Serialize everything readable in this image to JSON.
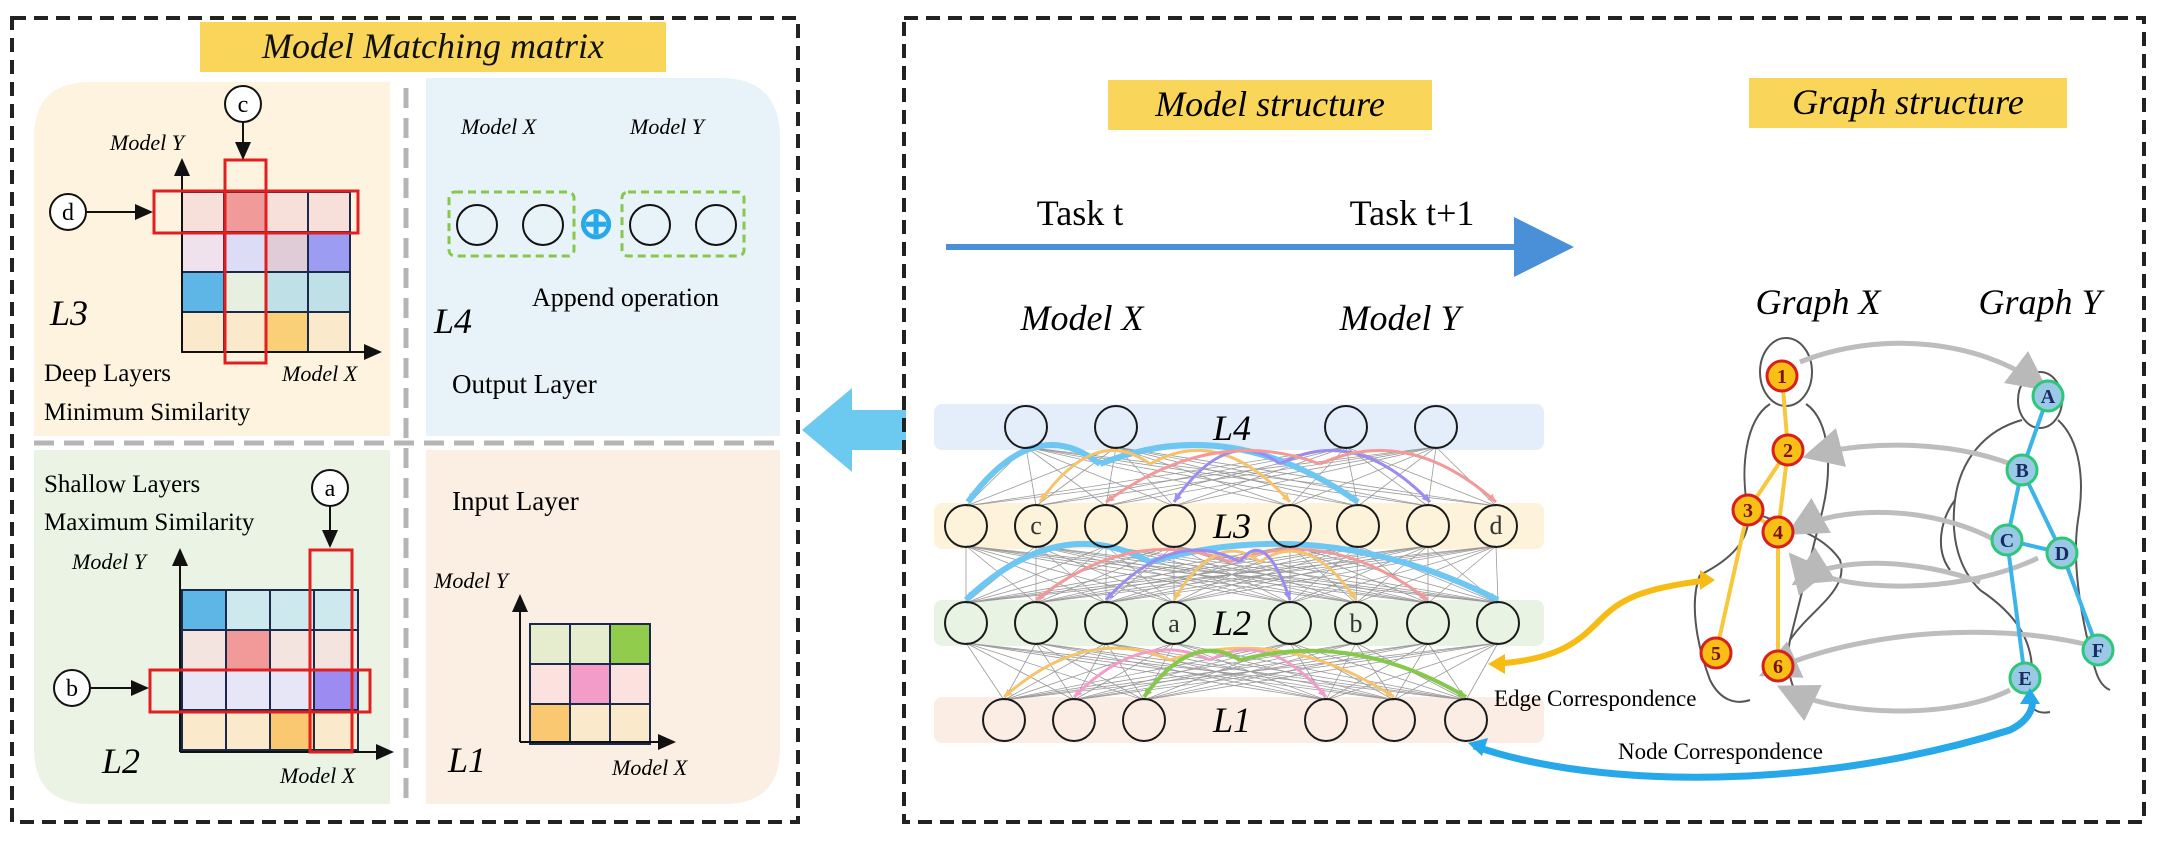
{
  "left_panel": {
    "title": "Model Matching matrix",
    "q3": {
      "layer": "L3",
      "ylabel": "Model Y",
      "xlabel": "Model X",
      "caption_line1": "Deep Layers",
      "caption_line2": "Minimum Similarity",
      "marker_col": "c",
      "marker_row": "d",
      "cells": [
        [
          "#f7e0da",
          "#f19a9a",
          "#f7e0da",
          "#f7e0da"
        ],
        [
          "#f0e2ec",
          "#dcdcf6",
          "#e0ccd6",
          "#9c9cf2"
        ],
        [
          "#5eb6e6",
          "#e6efe0",
          "#bfe0e6",
          "#bfe0e6"
        ],
        [
          "#fbe9cc",
          "#fbe9cc",
          "#f9cf78",
          "#fbe9cc"
        ]
      ]
    },
    "q4": {
      "layer": "L4",
      "xlabel": "Model X",
      "ylabel": "Model Y",
      "operation": "Append operation",
      "caption": "Output Layer",
      "plus": "⊕"
    },
    "q2": {
      "layer": "L2",
      "ylabel": "Model Y",
      "xlabel": "Model X",
      "caption_line1": "Shallow Layers",
      "caption_line2": "Maximum Similarity",
      "marker_col": "a",
      "marker_row": "b",
      "cells": [
        [
          "#5eb6e6",
          "#cde9ee",
          "#cde9ee",
          "#cde9ee"
        ],
        [
          "#f3e4df",
          "#f29a9a",
          "#f3e4df",
          "#f3e4df"
        ],
        [
          "#e6e6f6",
          "#e6e6f6",
          "#e6e6f6",
          "#9c8cf2"
        ],
        [
          "#fbe9cc",
          "#fbe9cc",
          "#f9c870",
          "#fbe9cc"
        ]
      ]
    },
    "q1": {
      "layer": "L1",
      "ylabel": "Model Y",
      "xlabel": "Model X",
      "caption": "Input Layer",
      "cells": [
        [
          "#e6edcf",
          "#e6edcf",
          "#92cc4c"
        ],
        [
          "#fbe2de",
          "#f49cc8",
          "#fbe2de"
        ],
        [
          "#f9c870",
          "#fbe9cc",
          "#fbe9cc"
        ]
      ]
    }
  },
  "model_structure": {
    "title": "Model structure",
    "task_t": "Task t",
    "task_t1": "Task t+1",
    "model_x": "Model X",
    "model_y": "Model Y",
    "layers": [
      "L4",
      "L3",
      "L2",
      "L1"
    ],
    "l3_labels": {
      "left": "c",
      "right": "d"
    },
    "l2_labels": {
      "left": "a",
      "right": "b"
    },
    "edge_correspondence": "Edge Correspondence",
    "node_correspondence": "Node Correspondence"
  },
  "graph_structure": {
    "title": "Graph structure",
    "graph_x": "Graph X",
    "graph_y": "Graph Y",
    "x_nodes": [
      "1",
      "2",
      "3",
      "4",
      "5",
      "6"
    ],
    "y_nodes": [
      "A",
      "B",
      "C",
      "D",
      "E",
      "F"
    ]
  },
  "colors": {
    "highlight_yellow": "#f9d65a",
    "frame": "#222222",
    "arrow_blue": "#4a90d9",
    "node_blue": "#27a8e8",
    "matrix_red": "#e02020"
  }
}
